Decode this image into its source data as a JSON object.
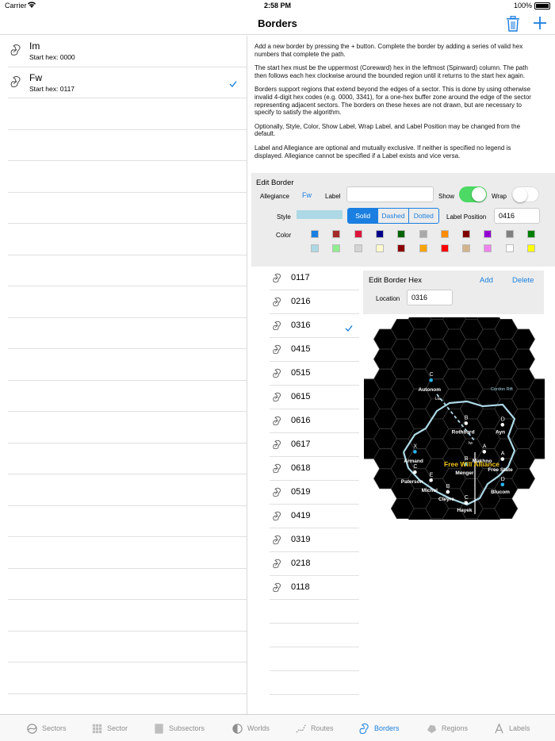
{
  "status_bar": {
    "carrier": "Carrier",
    "time": "2:58 PM",
    "battery": "100%"
  },
  "nav": {
    "title": "Borders",
    "trash_icon": "trash-icon",
    "add_icon": "plus-icon"
  },
  "borders": [
    {
      "name": "Im",
      "start": "Start hex: 0000",
      "selected": false
    },
    {
      "name": "Fw",
      "start": "Start hex: 0117",
      "selected": true
    }
  ],
  "help": [
    "Add a new border by pressing the + button. Complete the border by adding a series of valid hex numbers that complete the path.",
    "The start hex must be the uppermost (Coreward) hex in the leftmost (Spinward) column. The path then follows each hex clockwise around the bounded region until it returns to the start hex again.",
    "Borders support regions that extend beyond the edges of a sector. This is done by using otherwise invalid 4-digit hex codes (e.g. 0000, 3341), for a one-hex buffer zone around the edge of the sector representing adjacent sectors. The borders on these hexes are not drawn, but are necessary to specify to satisfy the algorithm.",
    "Optionally, Style, Color, Show Label, Wrap Label, and Label Position may be changed from the default.",
    "Label and Allegiance are optional and mutually exclusive. If neither is specified no legend is displayed. Allegiance cannot be specified if a Label exists and vice versa."
  ],
  "edit_border": {
    "header": "Edit Border",
    "allegiance_label": "Allegiance",
    "allegiance_value": "Fw",
    "label_label": "Label",
    "label_value": "",
    "show_label": "Show",
    "show_on": true,
    "wrap_label": "Wrap",
    "wrap_on": false,
    "style_label": "Style",
    "style_color": "#add8e6",
    "styles": [
      "Solid",
      "Dashed",
      "Dotted"
    ],
    "style_selected": 0,
    "label_position_label": "Label Position",
    "label_position_value": "0416",
    "color_label": "Color",
    "colors_row1": [
      "#1a7fe0",
      "#a52a2a",
      "#dc143c",
      "#00008b",
      "#006400",
      "#a9a9a9",
      "#ff8c00",
      "#800000",
      "#9400d3",
      "#808080",
      "#008000"
    ],
    "colors_row2": [
      "#add8e6",
      "#90ee90",
      "#d3d3d3",
      "#fffacd",
      "#8b0000",
      "#ffa500",
      "#ff0000",
      "#d2b48c",
      "#ee82ee",
      "#ffffff",
      "#ffff00"
    ]
  },
  "hexes": [
    {
      "value": "0117",
      "selected": false
    },
    {
      "value": "0216",
      "selected": false
    },
    {
      "value": "0316",
      "selected": true
    },
    {
      "value": "0415",
      "selected": false
    },
    {
      "value": "0515",
      "selected": false
    },
    {
      "value": "0615",
      "selected": false
    },
    {
      "value": "0616",
      "selected": false
    },
    {
      "value": "0617",
      "selected": false
    },
    {
      "value": "0618",
      "selected": false
    },
    {
      "value": "0519",
      "selected": false
    },
    {
      "value": "0419",
      "selected": false
    },
    {
      "value": "0319",
      "selected": false
    },
    {
      "value": "0218",
      "selected": false
    },
    {
      "value": "0118",
      "selected": false
    }
  ],
  "edit_hex": {
    "header": "Edit Border Hex",
    "add": "Add",
    "delete": "Delete",
    "location_label": "Location",
    "location_value": "0316"
  },
  "map": {
    "region_label": "Free Will Alliance",
    "route_label": "Cordon Rift",
    "worlds": [
      {
        "name": "Autonom",
        "code": "C"
      },
      {
        "name": "Rothbard",
        "code": "B"
      },
      {
        "name": "Ayn",
        "code": "D"
      },
      {
        "name": "Armand",
        "code": "X"
      },
      {
        "name": "Makhno",
        "code": "A"
      },
      {
        "name": "Free State",
        "code": "A"
      },
      {
        "name": "Menger",
        "code": "B"
      },
      {
        "name": "Paterson",
        "code": "C"
      },
      {
        "name": "Michel",
        "code": "E"
      },
      {
        "name": "Blucom",
        "code": "D"
      },
      {
        "name": "Cleyre",
        "code": "B"
      },
      {
        "name": "Hayek",
        "code": "C"
      }
    ],
    "base_labels": [
      "Iw",
      "Lla"
    ]
  },
  "tabs": [
    {
      "label": "Sectors",
      "icon": "galaxy-icon",
      "active": false
    },
    {
      "label": "Sector",
      "icon": "grid-icon",
      "active": false
    },
    {
      "label": "Subsectors",
      "icon": "square-icon",
      "active": false
    },
    {
      "label": "Worlds",
      "icon": "planet-icon",
      "active": false
    },
    {
      "label": "Routes",
      "icon": "route-icon",
      "active": false
    },
    {
      "label": "Borders",
      "icon": "border-icon",
      "active": true
    },
    {
      "label": "Regions",
      "icon": "region-icon",
      "active": false
    },
    {
      "label": "Labels",
      "icon": "label-icon",
      "active": false
    }
  ],
  "colors": {
    "accent": "#1a7fe0",
    "switch_on": "#4cd964",
    "panel": "#ececec"
  }
}
